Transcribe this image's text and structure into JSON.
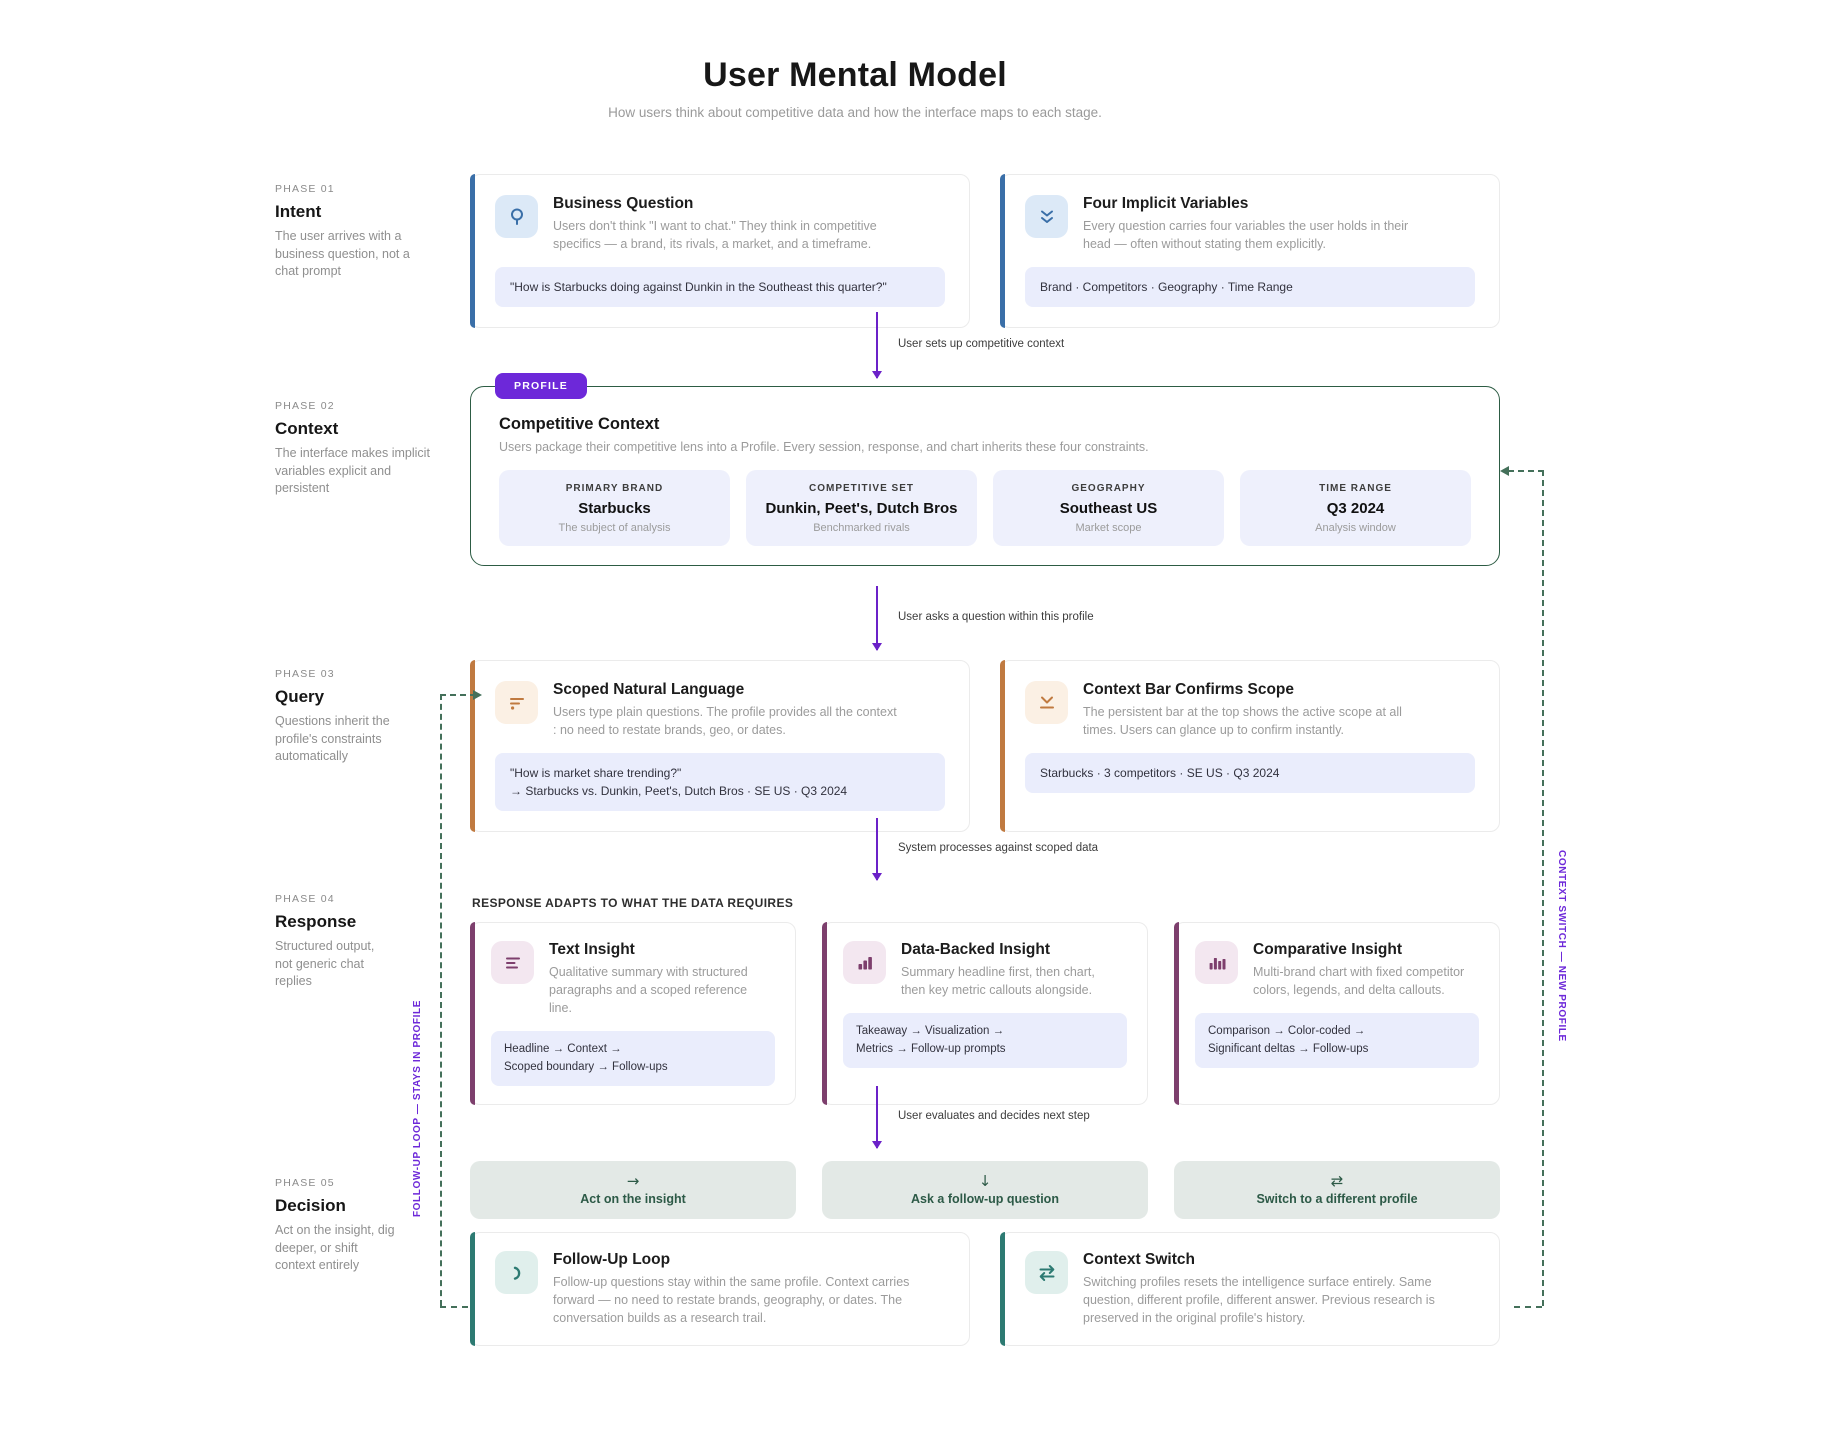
{
  "page": {
    "title": "User Mental Model",
    "subtitle": "How users think about competitive data and how the interface maps to each stage."
  },
  "phases": [
    {
      "label": "PHASE 01",
      "title": "Intent",
      "desc": "The user arrives with a business question, not a chat prompt"
    },
    {
      "label": "PHASE 02",
      "title": "Context",
      "desc": "The interface makes implicit variables explicit and persistent"
    },
    {
      "label": "PHASE 03",
      "title": "Query",
      "desc": "Questions inherit the profile's constraints automatically"
    },
    {
      "label": "PHASE 04",
      "title": "Response",
      "desc": "Structured output, not generic chat replies"
    },
    {
      "label": "PHASE 05",
      "title": "Decision",
      "desc": "Act on the insight, dig deeper, or shift context entirely"
    }
  ],
  "flow_labels": [
    "User sets up competitive context",
    "User asks a question within this profile",
    "System processes against scoped data",
    "User evaluates and decides next step"
  ],
  "intent_row": {
    "cards": [
      {
        "title": "Business Question",
        "body": "Users don't think \"I want to chat.\" They think in competitive specifics — a brand, its rivals, a market, and a timeframe.",
        "quote": "\"How is Starbucks doing against Dunkin in the Southeast this quarter?\""
      },
      {
        "title": "Four Implicit Variables",
        "body": "Every question carries four variables the user holds in their head — often without stating them explicitly.",
        "quote": "Brand · Competitors · Geography · Time Range"
      }
    ]
  },
  "profile": {
    "badge": "PROFILE",
    "title": "Competitive Context",
    "desc": "Users package their competitive lens into a Profile. Every session, response, and chart inherits these four constraints.",
    "variables": [
      {
        "label": "PRIMARY BRAND",
        "value": "Starbucks",
        "sub": "The subject of analysis"
      },
      {
        "label": "COMPETITIVE SET",
        "value": "Dunkin, Peet's, Dutch Bros",
        "sub": "Benchmarked rivals"
      },
      {
        "label": "GEOGRAPHY",
        "value": "Southeast US",
        "sub": "Market scope"
      },
      {
        "label": "TIME RANGE",
        "value": "Q3 2024",
        "sub": "Analysis window"
      }
    ]
  },
  "query_row": {
    "cards": [
      {
        "title": "Scoped Natural Language",
        "body": "Users type plain questions. The profile provides all the context : no need to restate brands, geo, or dates.",
        "quote_lines": [
          "\"How is market share trending?\"",
          "→ Starbucks vs. Dunkin, Peet's, Dutch Bros · SE US · Q3 2024"
        ]
      },
      {
        "title": "Context Bar Confirms Scope",
        "body": "The persistent bar at the top shows the active scope at all times. Users can glance up to confirm instantly.",
        "quote_lines": [
          "Starbucks · 3 competitors · SE US · Q3 2024"
        ]
      }
    ]
  },
  "response_row": {
    "header": "RESPONSE ADAPTS TO WHAT THE DATA REQUIRES",
    "cards": [
      {
        "title": "Text Insight",
        "body": "Qualitative summary with structured paragraphs and a scoped reference line.",
        "flow_lines": [
          "Headline → Context →",
          "Scoped boundary → Follow-ups"
        ]
      },
      {
        "title": "Data-Backed Insight",
        "body": "Summary headline first, then chart, then key metric callouts alongside.",
        "flow_lines": [
          "Takeaway → Visualization →",
          "Metrics → Follow-up prompts"
        ]
      },
      {
        "title": "Comparative Insight",
        "body": "Multi-brand chart with fixed competitor colors, legends, and delta callouts.",
        "flow_lines": [
          "Comparison → Color-coded →",
          "Significant deltas → Follow-ups"
        ]
      }
    ]
  },
  "decision_row": {
    "buttons": [
      {
        "icon": "→",
        "label": "Act on the insight"
      },
      {
        "icon": "↓",
        "label": "Ask a follow-up question"
      },
      {
        "icon": "⇄",
        "label": "Switch to a different profile"
      }
    ]
  },
  "outcome_row": {
    "cards": [
      {
        "title": "Follow-Up Loop",
        "body": "Follow-up questions stay within the same profile. Context carries forward — no need to restate brands, geography, or dates. The conversation builds as a research trail."
      },
      {
        "title": "Context Switch",
        "body": "Switching profiles resets the intelligence surface entirely. Same question, different profile, different answer. Previous research is preserved in the original profile's history."
      }
    ]
  },
  "connectors": {
    "left_label": "FOLLOW-UP LOOP — STAYS IN PROFILE",
    "right_label": "CONTEXT SWITCH — NEW PROFILE"
  },
  "colors": {
    "accent_blue": "#3a6fa8",
    "accent_orange": "#c07a40",
    "accent_plum": "#7d3f6d",
    "accent_teal": "#2d7a72",
    "profile_green": "#2d5c44",
    "purple": "#6d28d9",
    "quote_bg": "#eaedfc",
    "dash_green": "#44705a"
  }
}
